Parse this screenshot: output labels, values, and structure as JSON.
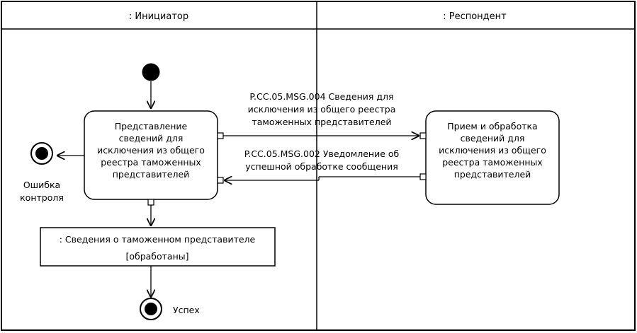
{
  "lanes": {
    "initiator": ": Инициатор",
    "respondent": ": Респондент"
  },
  "actions": {
    "submit": {
      "lines": [
        "Представление",
        "сведений для",
        "исключения из общего",
        "реестра таможенных",
        "представителей"
      ]
    },
    "receive": {
      "lines": [
        "Прием и обработка",
        "сведений для",
        "исключения из общего",
        "реестра таможенных",
        "представителей"
      ]
    }
  },
  "messages": {
    "request": {
      "lines": [
        "P.CC.05.MSG.004 Сведения для",
        "исключения из общего реестра",
        "таможенных представителей"
      ]
    },
    "reply": {
      "lines": [
        "P.CC.05.MSG.002 Уведомление об",
        "успешной обработке сообщения"
      ]
    }
  },
  "object_node": {
    "name": ": Сведения о таможенном представителе",
    "state": "[обработаны]"
  },
  "final_nodes": {
    "error": {
      "lines": [
        "Ошибка",
        "контроля"
      ]
    },
    "success": {
      "label": "Успех"
    }
  }
}
